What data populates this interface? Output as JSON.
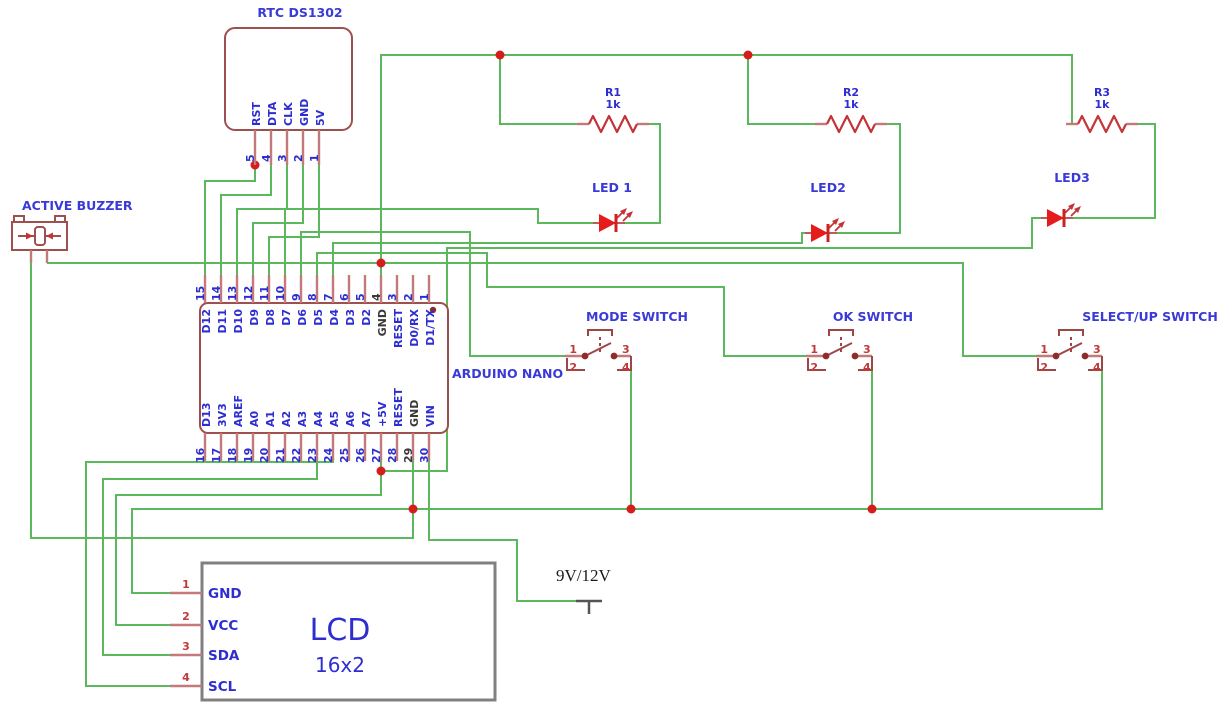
{
  "rtc": {
    "label": "RTC DS1302",
    "pins": [
      {
        "n": "5",
        "label": "RST"
      },
      {
        "n": "4",
        "label": "DTA"
      },
      {
        "n": "3",
        "label": "CLK"
      },
      {
        "n": "2",
        "label": "GND"
      },
      {
        "n": "1",
        "label": "5V"
      }
    ]
  },
  "buzzer": {
    "label": "ACTIVE BUZZER"
  },
  "arduino": {
    "label": "ARDUINO NANO",
    "top_pins": [
      {
        "n": "15",
        "label": "D12"
      },
      {
        "n": "14",
        "label": "D11"
      },
      {
        "n": "13",
        "label": "D10"
      },
      {
        "n": "12",
        "label": "D9"
      },
      {
        "n": "11",
        "label": "D8"
      },
      {
        "n": "10",
        "label": "D7"
      },
      {
        "n": "9",
        "label": "D6"
      },
      {
        "n": "8",
        "label": "D5"
      },
      {
        "n": "7",
        "label": "D4"
      },
      {
        "n": "6",
        "label": "D3"
      },
      {
        "n": "5",
        "label": "D2"
      },
      {
        "n": "4",
        "label": "GND",
        "dark": true
      },
      {
        "n": "3",
        "label": "RESET"
      },
      {
        "n": "2",
        "label": "D0/RX"
      },
      {
        "n": "1",
        "label": "D1/TX"
      }
    ],
    "bottom_pins": [
      {
        "n": "16",
        "label": "D13"
      },
      {
        "n": "17",
        "label": "3V3"
      },
      {
        "n": "18",
        "label": "AREF"
      },
      {
        "n": "19",
        "label": "A0"
      },
      {
        "n": "20",
        "label": "A1"
      },
      {
        "n": "21",
        "label": "A2"
      },
      {
        "n": "22",
        "label": "A3"
      },
      {
        "n": "23",
        "label": "A4"
      },
      {
        "n": "24",
        "label": "A5"
      },
      {
        "n": "25",
        "label": "A6"
      },
      {
        "n": "26",
        "label": "A7"
      },
      {
        "n": "27",
        "label": "+5V"
      },
      {
        "n": "28",
        "label": "RESET"
      },
      {
        "n": "29",
        "label": "GND",
        "dark": true
      },
      {
        "n": "30",
        "label": "VIN"
      }
    ]
  },
  "resistors": [
    {
      "name": "R1",
      "value": "1k"
    },
    {
      "name": "R2",
      "value": "1k"
    },
    {
      "name": "R3",
      "value": "1k"
    }
  ],
  "leds": [
    "LED 1",
    "LED2",
    "LED3"
  ],
  "switches": [
    {
      "label": "MODE SWITCH",
      "pins": [
        "1",
        "2",
        "3",
        "4"
      ]
    },
    {
      "label": "OK SWITCH",
      "pins": [
        "1",
        "2",
        "3",
        "4"
      ]
    },
    {
      "label": "SELECT/UP SWITCH",
      "pins": [
        "1",
        "2",
        "3",
        "4"
      ]
    }
  ],
  "lcd": {
    "title": "LCD",
    "subtitle": "16x2",
    "pins": [
      {
        "n": "1",
        "label": "GND"
      },
      {
        "n": "2",
        "label": "VCC"
      },
      {
        "n": "3",
        "label": "SDA"
      },
      {
        "n": "4",
        "label": "SCL"
      }
    ]
  },
  "power": {
    "label": "9V/12V"
  },
  "colors": {
    "wire": "#5cb85c",
    "component_outline": "#9e4f4f",
    "resistor_led_red": "#c43434",
    "label_blue": "#3a3ad6",
    "junction_red": "#d61c1c",
    "lcd_border_gray": "#808080"
  }
}
